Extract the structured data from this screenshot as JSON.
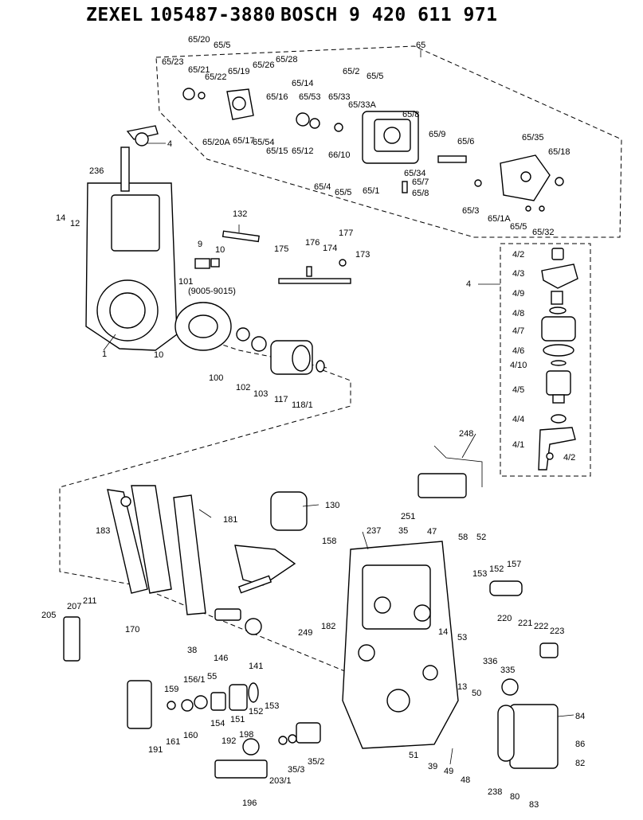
{
  "header": {
    "brand1": "ZEXEL",
    "part1": "105487-3880",
    "brand2": "BOSCH",
    "part2": "9 420 611 971"
  },
  "labels": {
    "l65": "65",
    "l65_20": "65/20",
    "l65_5a": "65/5",
    "l65_23": "65/23",
    "l65_21": "65/21",
    "l65_22": "65/22",
    "l65_19": "65/19",
    "l65_26": "65/26",
    "l65_28": "65/28",
    "l65_14": "65/14",
    "l65_2": "65/2",
    "l65_5b": "65/5",
    "l65_16": "65/16",
    "l65_53": "65/53",
    "l65_33": "65/33",
    "l65_33A": "65/33A",
    "l65_8a": "65/8",
    "l65_20A": "65/20A",
    "l65_17": "65/17",
    "l65_54": "65/54",
    "l65_15": "65/15",
    "l65_12": "65/12",
    "l66_10": "66/10",
    "l65_1": "65/1",
    "l65_9": "65/9",
    "l65_6": "65/6",
    "l65_35": "65/35",
    "l65_18": "65/18",
    "l65_4": "65/4",
    "l65_5c": "65/5",
    "l65_34": "65/34",
    "l65_7": "65/7",
    "l65_8b": "65/8",
    "l65_3": "65/3",
    "l65_1A": "65/1A",
    "l65_5d": "65/5",
    "l65_32": "65/32",
    "l4a": "4",
    "l236": "236",
    "l14a": "14",
    "l12": "12",
    "l132": "132",
    "l9": "9",
    "l10a": "10",
    "l176": "176",
    "l177": "177",
    "l175": "175",
    "l174": "174",
    "l173": "173",
    "l101": "101",
    "note": "(9005-9015)",
    "l1": "1",
    "l10b": "10",
    "l100": "100",
    "l102": "102",
    "l103": "103",
    "l117": "117",
    "l118_1": "118/1",
    "l4b": "4",
    "l4_2a": "4/2",
    "l4_3": "4/3",
    "l4_9": "4/9",
    "l4_8": "4/8",
    "l4_7": "4/7",
    "l4_6": "4/6",
    "l4_10": "4/10",
    "l4_5": "4/5",
    "l4_4": "4/4",
    "l4_1": "4/1",
    "l4_2b": "4/2",
    "l248": "248",
    "l251": "251",
    "l58": "58",
    "l52": "52",
    "l183": "183",
    "l181": "181",
    "l130": "130",
    "l158": "158",
    "l237": "237",
    "l35": "35",
    "l47": "47",
    "l153a": "153",
    "l152a": "152",
    "l157": "157",
    "l205": "205",
    "l207": "207",
    "l211": "211",
    "l170": "170",
    "l249": "249",
    "l182": "182",
    "l220": "220",
    "l221": "221",
    "l222": "222",
    "l223": "223",
    "l38": "38",
    "l146": "146",
    "l141": "141",
    "l14b": "14",
    "l53": "53",
    "l336": "336",
    "l335": "335",
    "l156_1": "156/1",
    "l55": "55",
    "l159": "159",
    "l161": "161",
    "l160": "160",
    "l154": "154",
    "l151": "151",
    "l152b": "152",
    "l153b": "153",
    "l13": "13",
    "l50": "50",
    "l191": "191",
    "l198": "198",
    "l192": "192",
    "l203_1": "203/1",
    "l35_3": "35/3",
    "l35_2": "35/2",
    "l196": "196",
    "l51": "51",
    "l39": "39",
    "l49": "49",
    "l48": "48",
    "l84": "84",
    "l86": "86",
    "l82": "82",
    "l238": "238",
    "l80": "80",
    "l83": "83"
  }
}
